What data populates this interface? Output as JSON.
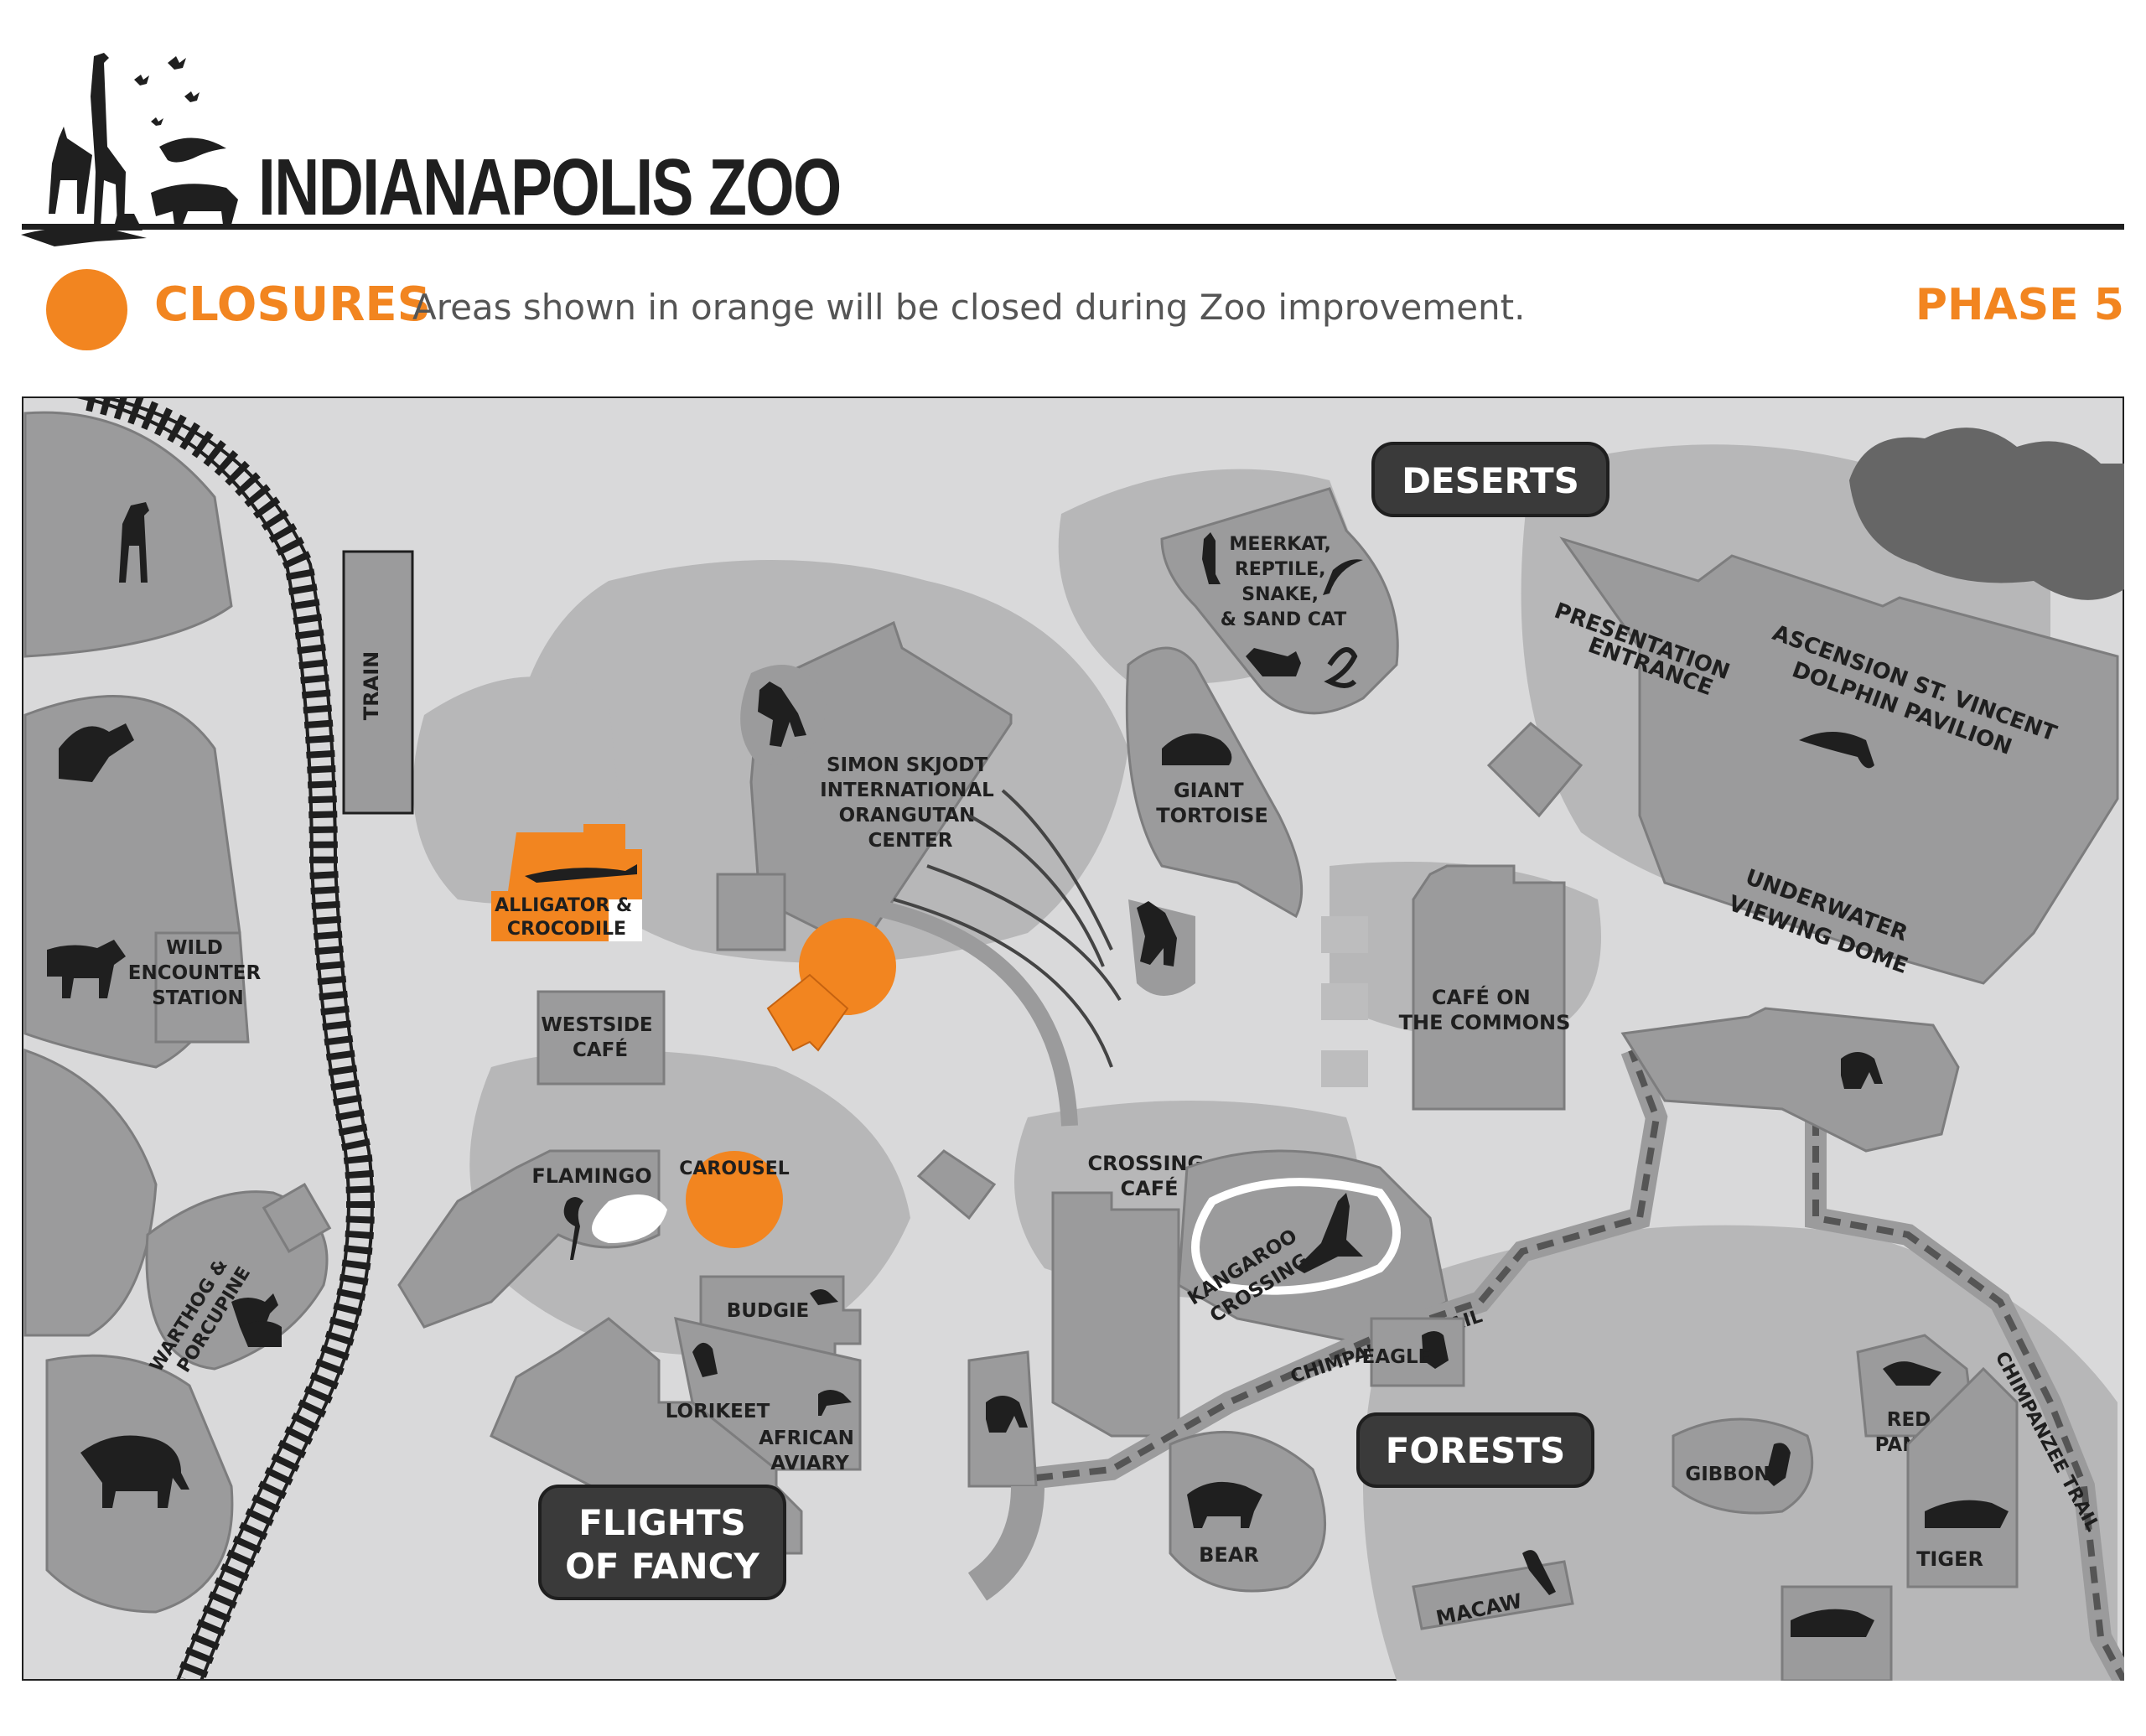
{
  "header": {
    "logo_text": "INDIANAPOLIS ZOO"
  },
  "legend": {
    "title": "CLOSURES",
    "description": "Areas shown in orange will be closed during Zoo improvement.",
    "phase": "PHASE 5",
    "closure_color": "#f28520"
  },
  "colors": {
    "closure": "#f28520",
    "building": "#9b9b9c",
    "land": "#b7b7b8",
    "path": "#d9d9da",
    "dark": "#1f1f1f",
    "region_badge": "#3a3a3a"
  },
  "regions": {
    "deserts": "DESERTS",
    "forests": "FORESTS",
    "flights_line1": "FLIGHTS",
    "flights_line2": "OF FANCY"
  },
  "labels": {
    "train": "TRAIN",
    "meerkat_1": "MEERKAT,",
    "meerkat_2": "REPTILE,",
    "meerkat_3": "SNAKE,",
    "meerkat_4": "& SAND CAT",
    "presentation_1": "PRESENTATION",
    "presentation_2": "ENTRANCE",
    "dolphin_1": "ASCENSION ST. VINCENT",
    "dolphin_2": "DOLPHIN PAVILION",
    "underwater_1": "UNDERWATER",
    "underwater_2": "VIEWING DOME",
    "orangutan_1": "SIMON SKJODT",
    "orangutan_2": "INTERNATIONAL",
    "orangutan_3": "ORANGUTAN",
    "orangutan_4": "CENTER",
    "tortoise_1": "GIANT",
    "tortoise_2": "TORTOISE",
    "alligator_1": "ALLIGATOR &",
    "alligator_2": "CROCODILE",
    "wild_1": "WILD",
    "wild_2": "ENCOUNTER",
    "wild_3": "STATION",
    "westside_1": "WESTSIDE",
    "westside_2": "CAFÉ",
    "commons_1": "CAFÉ ON",
    "commons_2": "THE COMMONS",
    "flamingo": "FLAMINGO",
    "carousel": "CAROUSEL",
    "crossing_1": "CROSSING",
    "crossing_2": "CAFÉ",
    "kangaroo_1": "KANGAROO",
    "kangaroo_2": "CROSSING",
    "budgie": "BUDGIE",
    "warthog_1": "WARTHOG &",
    "warthog_2": "PORCUPINE",
    "lorikeet": "LORIKEET",
    "aviary_1": "AFRICAN",
    "aviary_2": "AVIARY",
    "eagle": "EAGLE",
    "chimp_trail_1": "CHIMPANZEE TRAIL",
    "chimp_trail_2": "CHIMPANZEE TRAIL",
    "bear": "BEAR",
    "macaw": "MACAW",
    "gibbon": "GIBBON",
    "redpanda_1": "RED",
    "redpanda_2": "PANDA",
    "tiger": "TIGER"
  }
}
